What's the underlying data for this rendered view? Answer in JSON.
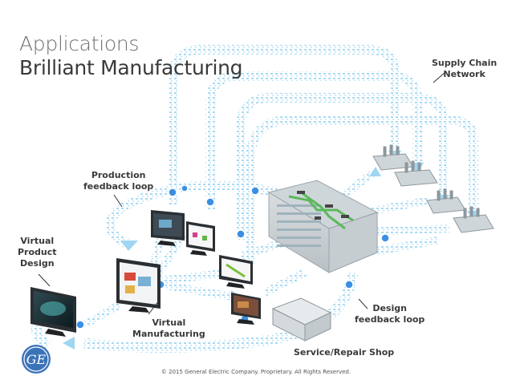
{
  "title": {
    "line1": "Applications",
    "line2": "Brilliant Manufacturing"
  },
  "labels": {
    "supply_chain_line1": "Supply Chain",
    "supply_chain_line2": "Network",
    "production_line1": "Production",
    "production_line2": "feedback loop",
    "virtual_product_line1": "Virtual",
    "virtual_product_line2": "Product",
    "virtual_product_line3": "Design",
    "virtual_mfg_line1": "Virtual",
    "virtual_mfg_line2": "Manufacturing",
    "design_loop_line1": "Design",
    "design_loop_line2": "feedback loop",
    "service_repair": "Service/Repair Shop"
  },
  "logo_text": "GE",
  "copyright": "© 2015 General Electric Company. Proprietary. All Rights Reserved.",
  "colors": {
    "arrow": "#8fd0ef",
    "arrow_dot": "#4d9fe0",
    "node": "#3b8fe2",
    "logo": "#3b73b9"
  }
}
